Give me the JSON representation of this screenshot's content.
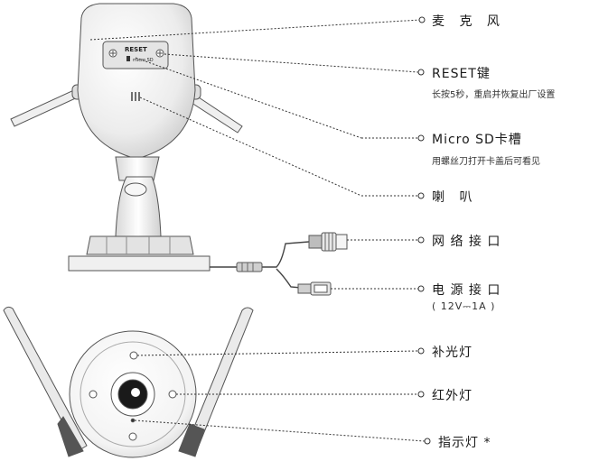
{
  "callouts": {
    "microphone": {
      "label": "麦 克 风"
    },
    "reset": {
      "label": "RESET键",
      "desc": "长按5秒，重启并恢复出厂设置"
    },
    "microsd": {
      "label": "Micro SD卡槽",
      "desc": "用螺丝刀打开卡盖后可看见"
    },
    "speaker": {
      "label": "喇 叭"
    },
    "network": {
      "label": "网 络 接 口"
    },
    "power": {
      "label": "电 源 接 口",
      "spec": "( 12V⎓1A )"
    },
    "fill_light": {
      "label": "补光灯"
    },
    "ir_light": {
      "label": "红外灯"
    },
    "indicator": {
      "label": "指示灯 *"
    }
  },
  "device_print": {
    "reset_text": "RESET",
    "micro_sd_text": "micro SD"
  },
  "colors": {
    "line": "#333333",
    "body_light": "#f2f2f2",
    "body_shade": "#d9d9d9",
    "panel": "#e6e6e6"
  }
}
